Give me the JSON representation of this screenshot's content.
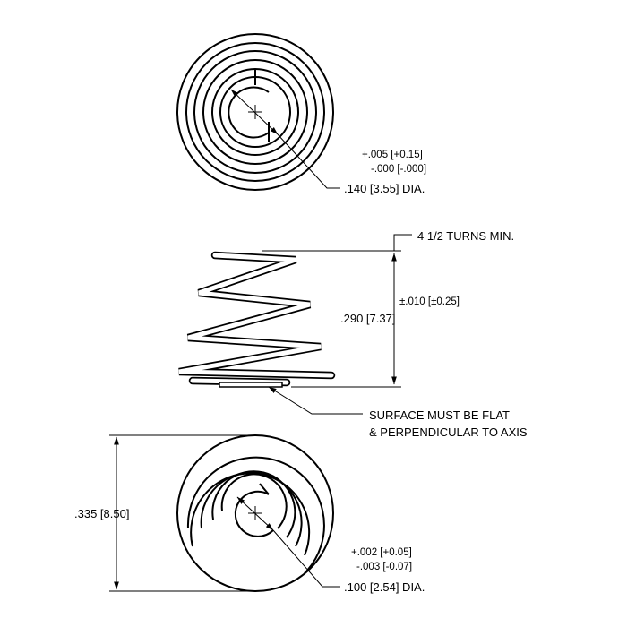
{
  "top_view": {
    "tolerance_plus": "+.005  [+0.15]",
    "tolerance_minus": "-.000   [-.000]",
    "diameter_label": ".140 [3.55] DIA."
  },
  "side_view": {
    "turns_label": "4 1/2 TURNS MIN.",
    "height_tolerance": "±.010 [±0.25]",
    "height_label": ".290 [7.37]",
    "surface_note_line1": "SURFACE MUST BE FLAT",
    "surface_note_line2": "& PERPENDICULAR TO AXIS"
  },
  "bottom_view": {
    "outer_dim_label": ".335 [8.50]",
    "tolerance_plus": "+.002  [+0.05]",
    "tolerance_minus": "-.003   [-0.07]",
    "diameter_label": ".100 [2.54] DIA."
  },
  "colors": {
    "line": "#000000",
    "background": "#ffffff"
  }
}
